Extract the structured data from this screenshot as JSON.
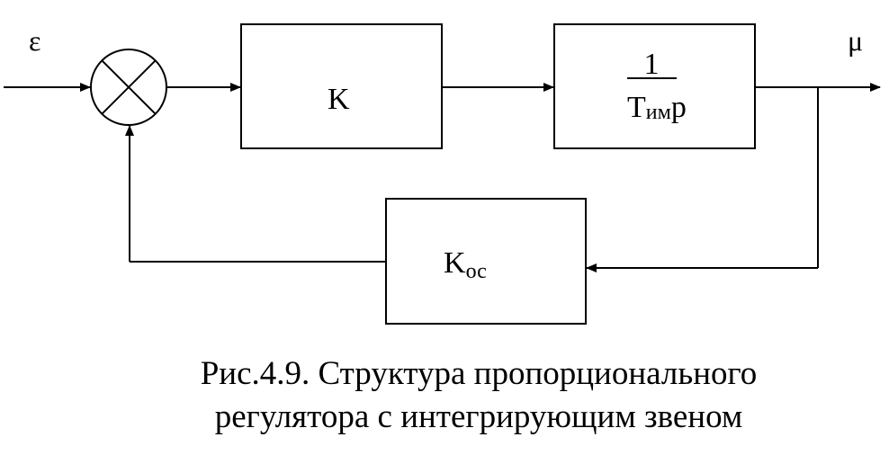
{
  "diagram": {
    "input_label": "ε",
    "output_label": "μ",
    "block_k": {
      "label": "K"
    },
    "block_integrator": {
      "numerator": "1",
      "denominator_main": "T",
      "denominator_subscript": "им",
      "denominator_var": "p"
    },
    "block_feedback": {
      "label_main": "K",
      "label_subscript": "ос"
    }
  },
  "caption": {
    "line1": "Рис.4.9. Структура пропорционального",
    "line2": "регулятора с интегрирующим звеном"
  },
  "colors": {
    "line": "#000000",
    "background": "#ffffff"
  }
}
